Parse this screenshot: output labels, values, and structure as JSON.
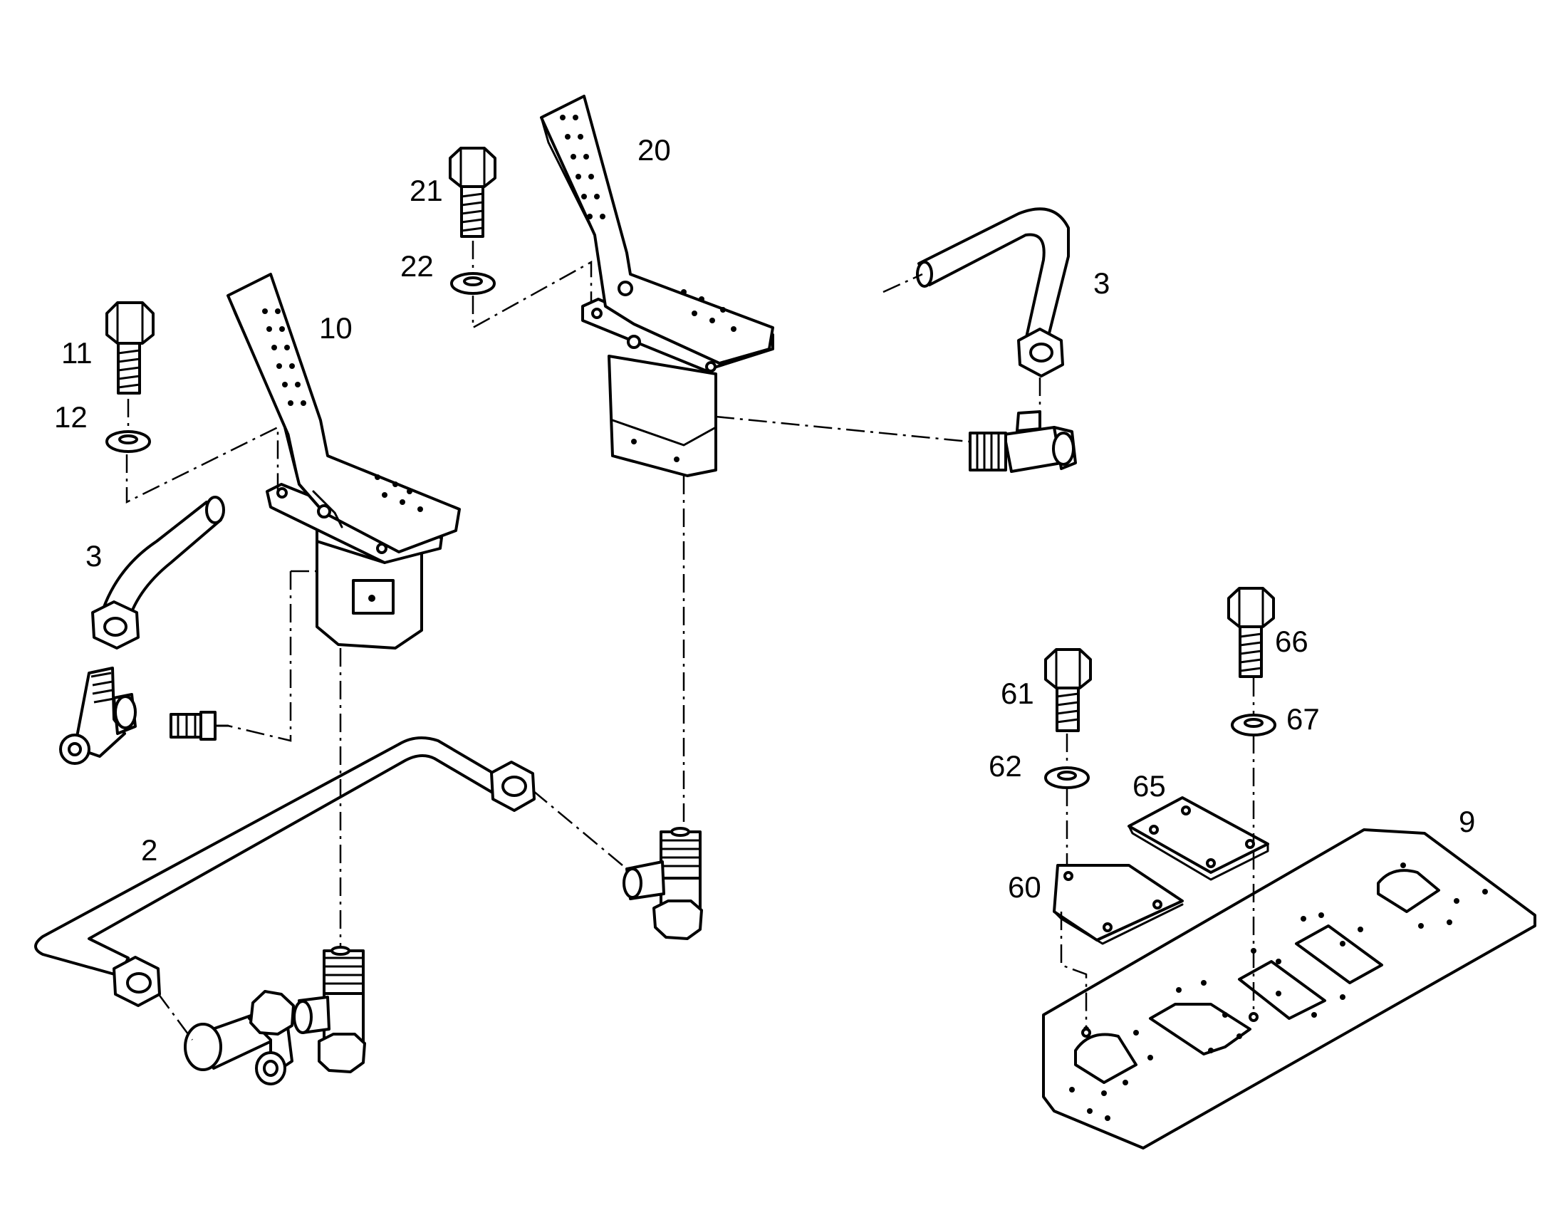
{
  "diagram": {
    "colors": {
      "ink": "#000000",
      "paper": "#ffffff"
    },
    "callouts": {
      "c2": "2",
      "c3_left": "3",
      "c3_right": "3",
      "c9": "9",
      "c10": "10",
      "c11": "11",
      "c12": "12",
      "c20": "20",
      "c21": "21",
      "c22": "22",
      "c60": "60",
      "c61": "61",
      "c62": "62",
      "c65": "65",
      "c66": "66",
      "c67": "67"
    }
  }
}
